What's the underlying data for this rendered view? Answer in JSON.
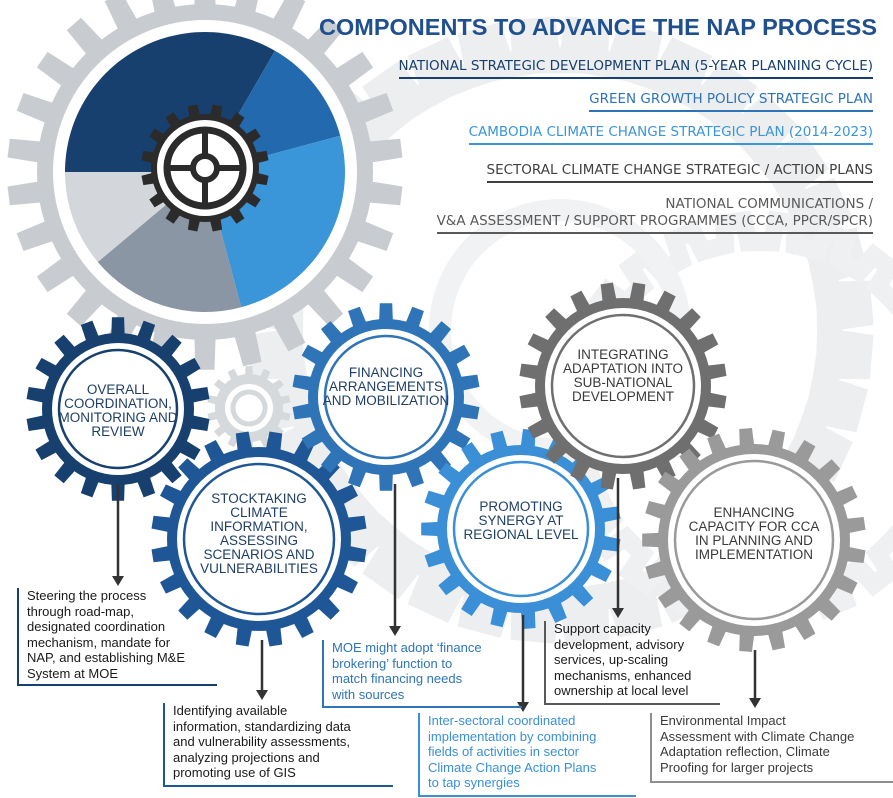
{
  "title": "COMPONENTS TO ADVANCE THE NAP PROCESS",
  "colors": {
    "navy": "#17406f",
    "mid_blue": "#2e74b7",
    "light_blue": "#3a95d9",
    "gray": "#8e8e8e",
    "dark_gray": "#595959",
    "light_gray": "#c8ccd1"
  },
  "plans": [
    {
      "text": "NATIONAL STRATEGIC DEVELOPMENT PLAN (5-YEAR PLANNING CYCLE)",
      "color": "#17406f"
    },
    {
      "text": "GREEN GROWTH POLICY STRATEGIC PLAN",
      "color": "#2e74b7"
    },
    {
      "text": "CAMBODIA CLIMATE CHANGE STRATEGIC PLAN (2014-2023)",
      "color": "#3a95d9"
    },
    {
      "text": "SECTORAL CLIMATE CHANGE STRATEGIC / ACTION PLANS",
      "color": "#404040"
    },
    {
      "line1": "NATIONAL COMMUNICATIONS /",
      "line2": "V&A ASSESSMENT / SUPPORT PROGRAMMES (CCCA, PPCR/SPCR)",
      "color": "#595959"
    }
  ],
  "gears": [
    {
      "label": "OVERALL COORDINATION, MONITORING AND REVIEW",
      "color": "#17406f"
    },
    {
      "label": "STOCKTAKING CLIMATE INFORMATION, ASSESSING SCENARIOS AND VULNERABILITIES",
      "color": "#1f5796"
    },
    {
      "label": "FINANCING ARRANGEMENTS AND MOBILIZATION",
      "color": "#2e74b7"
    },
    {
      "label": "PROMOTING SYNERGY AT REGIONAL LEVEL",
      "color": "#3a8fd6"
    },
    {
      "label": "INTEGRATING ADAPTATION INTO SUB-NATIONAL DEVELOPMENT",
      "color": "#6f6f6f"
    },
    {
      "label": "ENHANCING CAPACITY FOR CCA IN PLANNING AND IMPLEMENTATION",
      "color": "#9a9a9a"
    }
  ],
  "notes": [
    {
      "text": "Steering the process\nthrough road-map,\ndesignated coordination\nmechanism, mandate for\nNAP, and establishing M&E\nSystem at MOE",
      "color": "#1a1a1a",
      "border": "#17406f"
    },
    {
      "text": "Identifying available\ninformation, standardizing data\nand vulnerability assessments,\nanalyzing projections and\npromoting use of GIS",
      "color": "#1a1a1a",
      "border": "#1f5796"
    },
    {
      "text": "MOE might adopt ‘finance\nbrokering’ function to\nmatch financing needs\nwith sources",
      "color": "#2e74b7",
      "border": "#2e74b7"
    },
    {
      "text": "Inter-sectoral coordinated\nimplementation by combining\nfields of activities in sector\nClimate Change Action Plans\nto tap synergies",
      "color": "#3a8fd6",
      "border": "#3a8fd6"
    },
    {
      "text": "Support capacity\ndevelopment, advisory\nservices, up-scaling\nmechanisms, enhanced\nownership at local level",
      "color": "#1a1a1a",
      "border": "#595959"
    },
    {
      "text": "Environmental Impact\nAssessment with Climate Change\nAdaptation reflection, Climate\nProofing for larger projects",
      "color": "#3a3a3a",
      "border": "#8e8e8e"
    }
  ]
}
